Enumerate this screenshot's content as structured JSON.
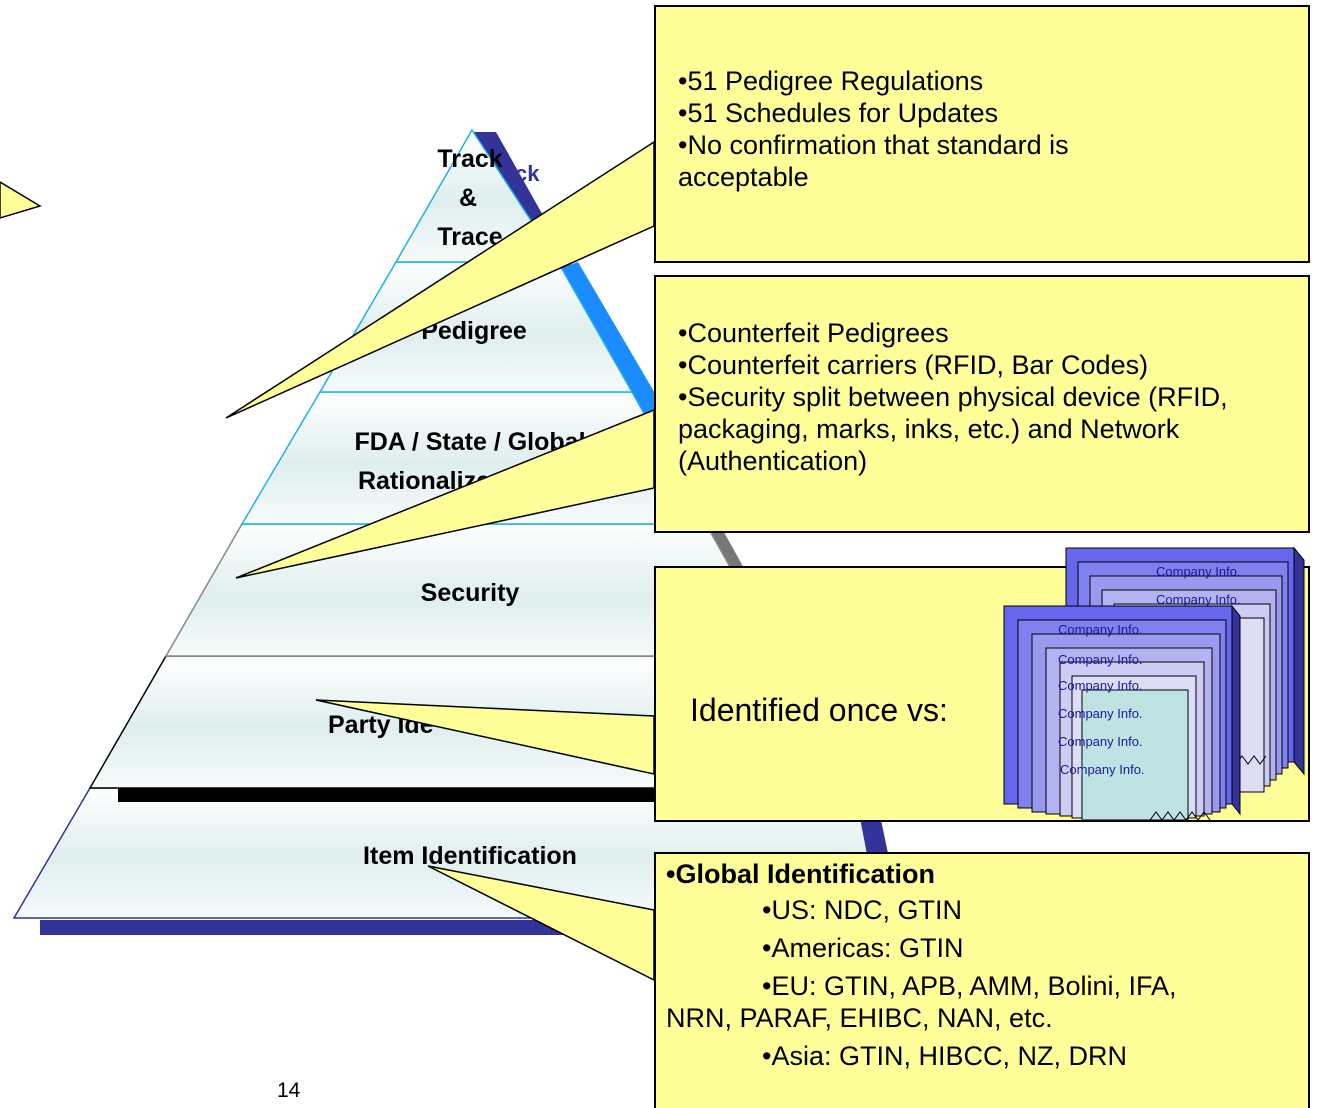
{
  "pyramid": {
    "tiers": [
      {
        "label_lines": [
          "Track",
          "&",
          "Trace"
        ],
        "shadow_label": "ck"
      },
      {
        "label_lines": [
          "Pedigree"
        ]
      },
      {
        "label_lines": [
          "FDA / State / Global",
          "Rationalize"
        ]
      },
      {
        "label_lines": [
          "Security"
        ]
      },
      {
        "label_lines": [
          "Party Ide"
        ]
      },
      {
        "label_lines": [
          "Item Identification"
        ]
      }
    ]
  },
  "callouts": {
    "track": {
      "lines": [
        "•51 Pedigree Regulations",
        "•51 Schedules for Updates",
        "•No confirmation that standard is acceptable"
      ]
    },
    "security": {
      "lines": [
        "•Counterfeit Pedigrees",
        "•Counterfeit carriers (RFID, Bar Codes)",
        "•Security split between physical device (RFID, packaging, marks, inks, etc.) and Network (Authentication)"
      ]
    },
    "party": {
      "text": "Identified once vs:",
      "card_label": "Company Info."
    },
    "item": {
      "heading": "•Global Identification",
      "lines": [
        "•US: NDC,  GTIN",
        "•Americas: GTIN",
        "•EU: GTIN, APB, AMM, Bolini, IFA, NRN, PARAF, EHIBC, NAN, etc.",
        "•Asia: GTIN, HIBCC, NZ, DRN"
      ]
    }
  },
  "page_number": "14",
  "colors": {
    "callout_fill": "#ffff99",
    "pyramid_shadow_top": "#33339a",
    "pyramid_shadow_mid": "#1a8cff",
    "pyramid_shadow_gray": "#777777",
    "card_fill": "#6666ee",
    "tier_fill": "#e4f0f0"
  }
}
